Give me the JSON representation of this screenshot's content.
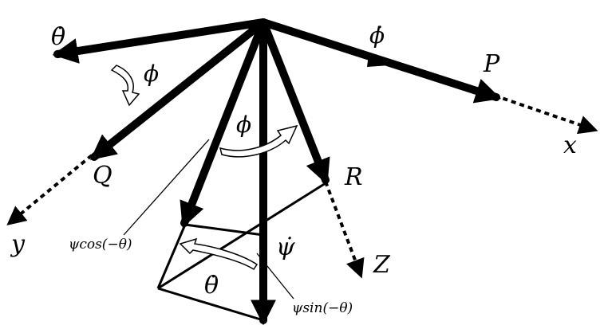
{
  "labels": {
    "theta_dot_top": "θ̇",
    "phi_left": "ϕ",
    "phi_dot_top": "ϕ̇",
    "P": "P",
    "x": "x",
    "phi_center": "ϕ",
    "Q": "Q",
    "R": "R",
    "y": "y",
    "psi_cos": "ψcos(−θ)",
    "psi_dot": "ψ̇",
    "Z": "Z",
    "theta_dot_bottom": "θ̇",
    "psi_sin": "ψsin(−θ)"
  },
  "colors": {
    "stroke": "#000000",
    "fill": "#ffffff"
  }
}
